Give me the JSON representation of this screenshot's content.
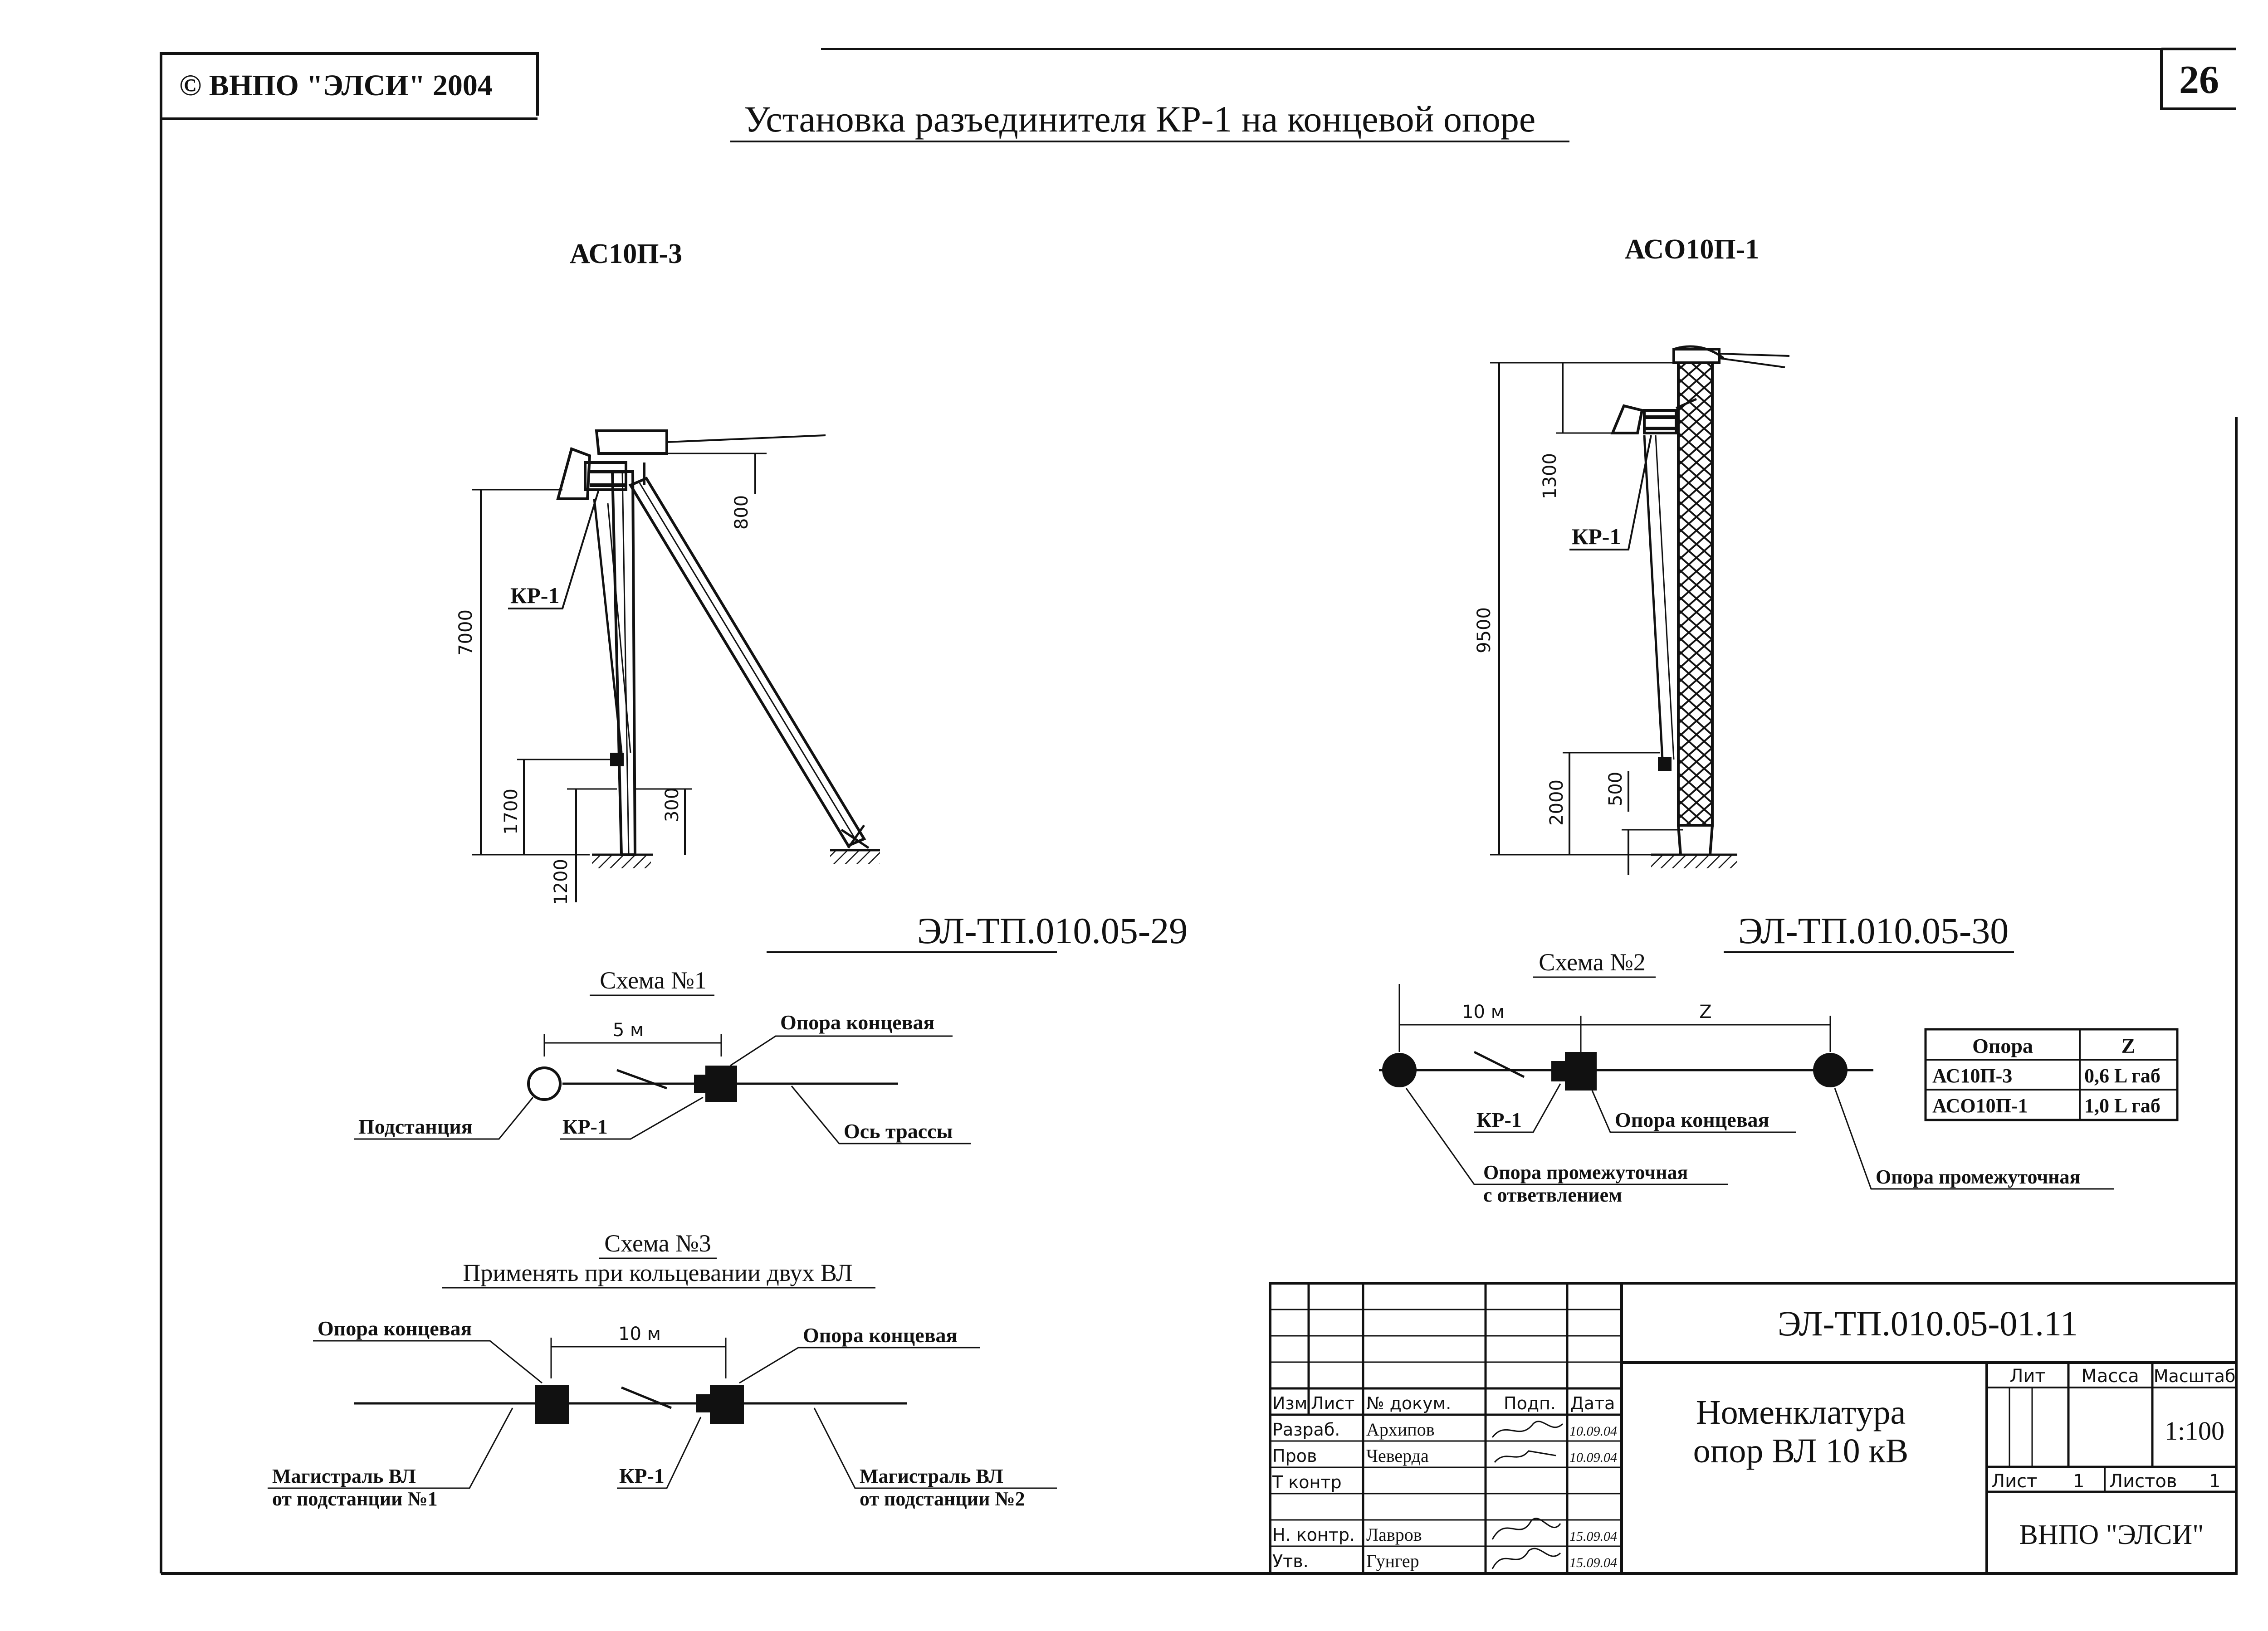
{
  "header": {
    "copyright": "© ВНПО \"ЭЛСИ\" 2004",
    "sheet_number": "26",
    "title": "Установка разъединителя КР-1 на концевой опоре"
  },
  "pole_left": {
    "name": "АС10П-3",
    "doc_code": "ЭЛ-ТП.010.05-29",
    "switch_label": "КР-1",
    "dims": {
      "height": "7000",
      "top": "800",
      "bottom": "1700",
      "base": "300",
      "foot": "1200"
    }
  },
  "pole_right": {
    "name": "АСО10П-1",
    "doc_code": "ЭЛ-ТП.010.05-30",
    "switch_label": "КР-1",
    "dims": {
      "height": "9500",
      "top": "1300",
      "bottom": "2000",
      "base": "500"
    }
  },
  "scheme1": {
    "title": "Схема №1",
    "distance": "5 м",
    "substation": "Подстанция",
    "switch": "КР-1",
    "end_pole": "Опора концевая",
    "axis": "Ось трассы"
  },
  "scheme2": {
    "title": "Схема №2",
    "distance": "10 м",
    "distance_z": "Z",
    "switch": "КР-1",
    "end_pole": "Опора концевая",
    "branch_pole_1": "Опора промежуточная",
    "branch_pole_2": "с ответвлением",
    "intermediate_pole": "Опора промежуточная"
  },
  "z_table": {
    "headers": [
      "Опора",
      "Z"
    ],
    "rows": [
      [
        "АС10П-3",
        "0,6 L габ"
      ],
      [
        "АСО10П-1",
        "1,0 L габ"
      ]
    ]
  },
  "scheme3": {
    "title": "Схема №3",
    "subtitle": "Применять при кольцевании двух ВЛ",
    "distance": "10 м",
    "end_pole_left": "Опора концевая",
    "end_pole_right": "Опора концевая",
    "switch": "КР-1",
    "main_left_1": "Магистраль ВЛ",
    "main_left_2": "от подстанции №1",
    "main_right_1": "Магистраль ВЛ",
    "main_right_2": "от подстанции №2"
  },
  "title_block": {
    "doc_code": "ЭЛ-ТП.010.05-01.11",
    "name_line1": "Номенклатура",
    "name_line2": "опор ВЛ 10 кВ",
    "col_izm": "Изм",
    "col_list": "Лист",
    "col_doc": "№ докум.",
    "col_sign": "Подп.",
    "col_date": "Дата",
    "lit": "Лит",
    "mass": "Масса",
    "scale_label": "Масштаб",
    "scale": "1:100",
    "sheet_label": "Лист",
    "sheet": "1",
    "sheets_label": "Листов",
    "sheets": "1",
    "org": "ВНПО \"ЭЛСИ\"",
    "roles": [
      {
        "role": "Разраб.",
        "name": "Архипов",
        "date": "10.09.04"
      },
      {
        "role": "Пров",
        "name": "Чеверда",
        "date": "10.09.04"
      },
      {
        "role": "Т контр",
        "name": "",
        "date": ""
      },
      {
        "role": "Н. контр.",
        "name": "Лавров",
        "date": "15.09.04"
      },
      {
        "role": "Утв.",
        "name": "Гунгер",
        "date": "15.09.04"
      }
    ]
  }
}
